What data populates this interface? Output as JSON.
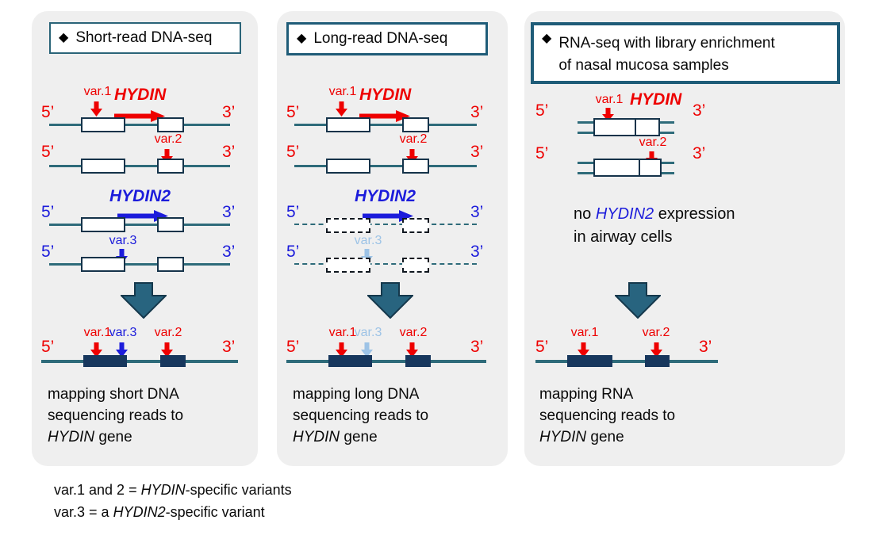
{
  "labels": {
    "bullet": "◆",
    "five_prime": "5’",
    "three_prime": "3’",
    "var1": "var.1",
    "var2": "var.2",
    "var3": "var.3",
    "hydin": "HYDIN",
    "hydin2": "HYDIN2"
  },
  "panels": [
    {
      "title": "Short-read DNA-seq",
      "caption_line1": "mapping short DNA",
      "caption_line2": "sequencing reads to",
      "caption_gene": "HYDIN",
      "caption_tail": " gene"
    },
    {
      "title": "Long-read DNA-seq",
      "caption_line1": "mapping long DNA",
      "caption_line2": "sequencing reads to",
      "caption_gene": "HYDIN",
      "caption_tail": " gene"
    },
    {
      "title_line1": "RNA-seq with library enrichment",
      "title_line2": "of nasal mucosa samples",
      "note_pre": "no ",
      "note_gene": "HYDIN2",
      "note_post": " expression",
      "note_line2": "in airway cells",
      "caption_line1": "mapping RNA",
      "caption_line2": "sequencing reads to",
      "caption_gene": "HYDIN",
      "caption_tail": " gene"
    }
  ],
  "footer": {
    "line1_pre": "var.1 and 2 =  ",
    "line1_gene": "HYDIN",
    "line1_post": "-specific variants",
    "line2_pre": "var.3 = a ",
    "line2_gene": "HYDIN2",
    "line2_post": "-specific variant"
  },
  "colors": {
    "red": "#EE0000",
    "blue": "#1C1CDB",
    "pale_blue": "#9DC3E6",
    "teal_line": "#2E6B7A",
    "navy_exon": "#17375D",
    "flow_arrow_fill": "#28647F",
    "panel_background": "#EFEFEF",
    "title_border": "#1F5C78"
  }
}
